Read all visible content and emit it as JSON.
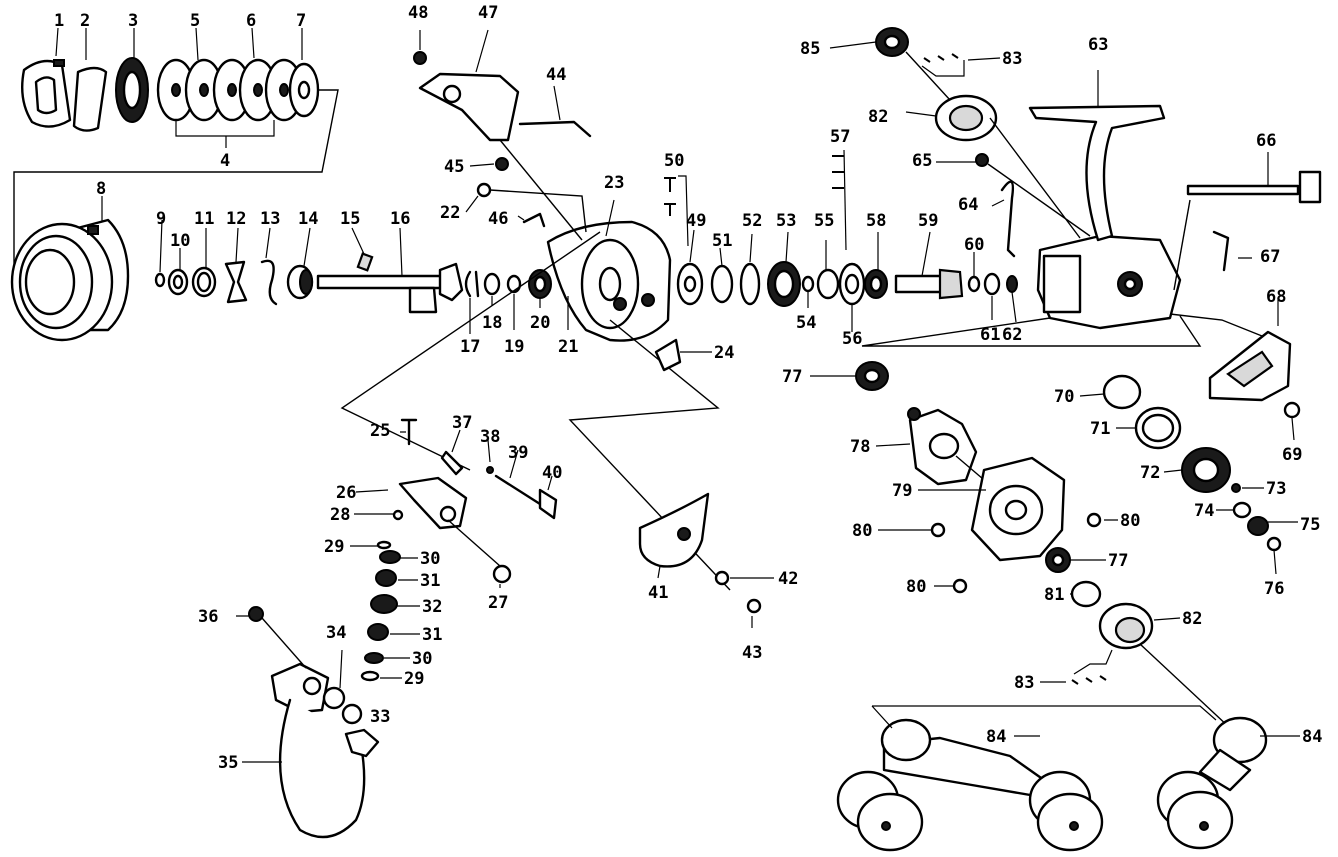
{
  "labels": [
    "1",
    "2",
    "3",
    "5",
    "6",
    "7",
    "4",
    "8",
    "9",
    "10",
    "11",
    "12",
    "13",
    "14",
    "15",
    "16",
    "17",
    "18",
    "19",
    "20",
    "21",
    "22",
    "23",
    "24",
    "25",
    "26",
    "27",
    "28",
    "29",
    "30",
    "31",
    "32",
    "33",
    "34",
    "35",
    "36",
    "37",
    "38",
    "39",
    "40",
    "41",
    "42",
    "43",
    "44",
    "45",
    "46",
    "47",
    "48",
    "49",
    "50",
    "51",
    "52",
    "53",
    "54",
    "55",
    "56",
    "57",
    "58",
    "59",
    "60",
    "61",
    "62",
    "63",
    "64",
    "65",
    "66",
    "67",
    "68",
    "69",
    "70",
    "71",
    "72",
    "73",
    "74",
    "75",
    "76",
    "77",
    "78",
    "79",
    "80",
    "81",
    "82",
    "83",
    "84",
    "85"
  ]
}
